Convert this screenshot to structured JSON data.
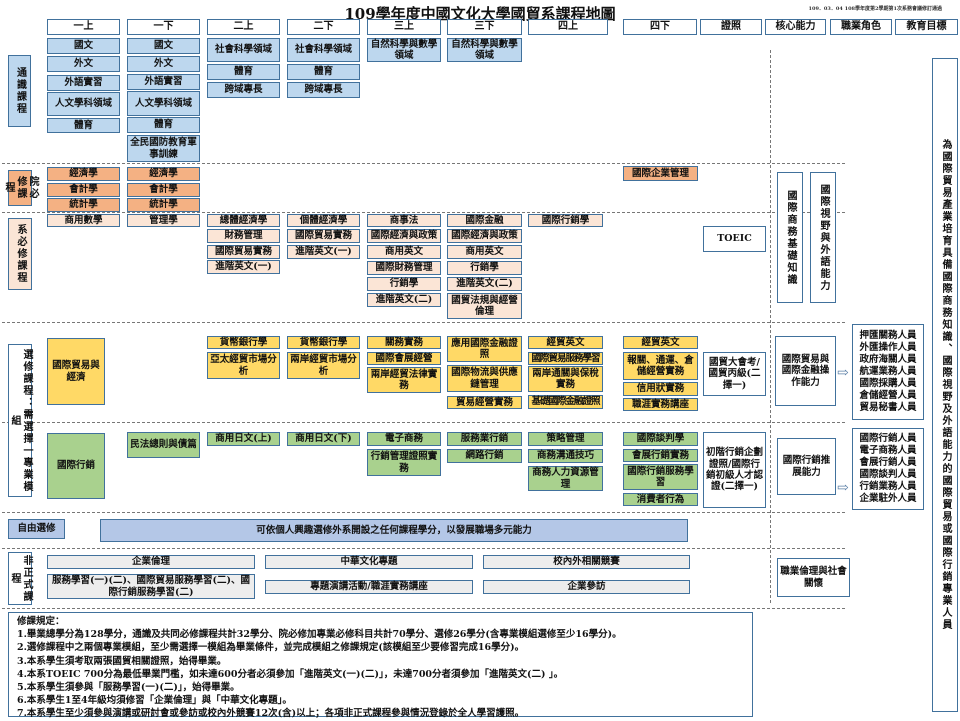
{
  "title": "109學年度中國文化大學國貿系課程地圖",
  "revision_note": "109．03．04 108學年度第2學期第1次系務會議修訂通過",
  "columns": [
    "一上",
    "一下",
    "二上",
    "二下",
    "三上",
    "三下",
    "四上",
    "四下",
    "證照",
    "核心能力",
    "職業角色",
    "教育目標"
  ],
  "sections": {
    "general": "通識課程",
    "college": "院必修課程",
    "dept": "系必修課程",
    "elective": "選修課程：需選擇一專業模組",
    "informal": "非正式課程"
  },
  "general_courses": {
    "1a": [
      "國文",
      "外文",
      "外語實習",
      "人文學科領域",
      "體育"
    ],
    "1b": [
      "國文",
      "外文",
      "外語實習",
      "人文學科領域",
      "體育",
      "全民國防教育軍事訓練"
    ],
    "2a": [
      "社會科學領域",
      "體育",
      "跨域專長"
    ],
    "2b": [
      "社會科學領域",
      "體育",
      "跨域專長"
    ],
    "3a": [
      "自然科學與數學領域"
    ],
    "3b": [
      "自然科學與數學領域"
    ]
  },
  "college_courses": {
    "1a": [
      "經濟學",
      "會計學",
      "統計學"
    ],
    "1b": [
      "經濟學",
      "會計學",
      "統計學"
    ],
    "4b": [
      "國際企業管理"
    ]
  },
  "dept_courses": {
    "1a": [
      "商用數學"
    ],
    "1b": [
      "管理學"
    ],
    "2a": [
      "總體經濟學",
      "財務管理",
      "國際貿易實務",
      "進階英文(一)"
    ],
    "2b": [
      "個體經濟學",
      "國際貿易實務",
      "進階英文(一)"
    ],
    "3a": [
      "商事法",
      "國際經濟與政策",
      "商用英文",
      "國際財務管理",
      "行銷學",
      "進階英文(二)"
    ],
    "3b": [
      "國際金融",
      "國際經濟與政策",
      "商用英文",
      "行銷學",
      "進階英文(二)",
      "國貿法規與經營倫理"
    ],
    "4a": [
      "國際行銷學"
    ],
    "cert": "TOEIC",
    "core": [
      "國際商務基礎知識",
      "國際視野與外語能力"
    ]
  },
  "module_trade": {
    "name": "國際貿易與經濟",
    "2a": [
      "貨幣銀行學",
      "亞太經貿市場分析"
    ],
    "2b": [
      "貨幣銀行學",
      "兩岸經貿市場分析"
    ],
    "3a": [
      "關務實務",
      "國際會展經營",
      "兩岸經貿法律實務"
    ],
    "3b": [
      "應用國際金融證照",
      "國際物流與供應鏈管理",
      "貿易經營實務"
    ],
    "4a": [
      "經貿英文",
      "國際貿易服務學習",
      "兩岸通關與保稅實務",
      "基礎國際金融證照"
    ],
    "4b": [
      "經貿英文",
      "報關、通運、倉儲經營實務",
      "信用狀實務",
      "職涯實務講座"
    ],
    "cert": "國貿大會考/國貿丙級(二擇一)",
    "core": "國際貿易與國際金融操作能力",
    "roles": [
      "押匯關務人員",
      "外匯操作人員",
      "政府海關人員",
      "航運業務人員",
      "國際採購人員",
      "倉儲經營人員",
      "貿易秘書人員"
    ]
  },
  "module_marketing": {
    "name": "國際行銷",
    "1b": [
      "民法總則與債篇"
    ],
    "2a": [
      "商用日文(上)"
    ],
    "2b": [
      "商用日文(下)"
    ],
    "3a": [
      "電子商務",
      "行銷管理證照實務"
    ],
    "3b": [
      "服務業行銷",
      "網路行銷"
    ],
    "4a": [
      "策略管理",
      "商務溝通技巧",
      "商務人力資源管理"
    ],
    "4b": [
      "國際談判學",
      "會展行銷實務",
      "國際行銷服務學習",
      "消費者行為"
    ],
    "cert": "初階行銷企劃證照/國際行銷初級人才認證(二擇一)",
    "core": "國際行銷推展能力",
    "roles": [
      "國際行銷人員",
      "電子商務人員",
      "會展行銷人員",
      "國際談判人員",
      "行銷業務人員",
      "企業駐外人員"
    ]
  },
  "free_elective": {
    "label": "自由選修",
    "text": "可依個人興趣選修外系開設之任何課程學分，以發展職場多元能力"
  },
  "informal": {
    "items": [
      "企業倫理",
      "中華文化專題",
      "校內外相關競賽",
      "服務學習(一)(二)、國際貿易服務學習(二)、國際行銷服務學習(二)",
      "專題演講活動/職涯實務講座",
      "企業參訪"
    ],
    "core": "職業倫理與社會關懷"
  },
  "education_goal": "為國際貿易產業培育具備國際商務知識、國際視野及外語能力的國際貿易或國際行銷專業人員",
  "rules": {
    "title": "修課規定：",
    "items": [
      "1.畢業總學分為128學分，通識及共同必修課程共計32學分、院必修加專業必修科目共計70學分、選修26學分(含專業模組選修至少16學分)。",
      "2.選修課程中之兩個專業模組，至少需選擇一模組為畢業條件，並完成模組之修課規定(該模組至少要修習完成16學分)。",
      "3.本系學生須考取兩張國貿相關證照，始得畢業。",
      "4.本系TOEIC 700分為最低畢業門檻，如未達600分者必須參加「進階英文(一)(二)」，未達700分者須參加「進階英文(二) 」。",
      "5.本系學生須參與「服務學習(一)(二)」，始得畢業。",
      "6.本系學生1至4年級均須修習「企業倫理」與「中華文化專題」。",
      "7.本系學生至少須參與演講或研討會或參訪或校內外競賽12次(含)以上；各項非正式課程參與情況登錄於全人學習護照。"
    ]
  }
}
